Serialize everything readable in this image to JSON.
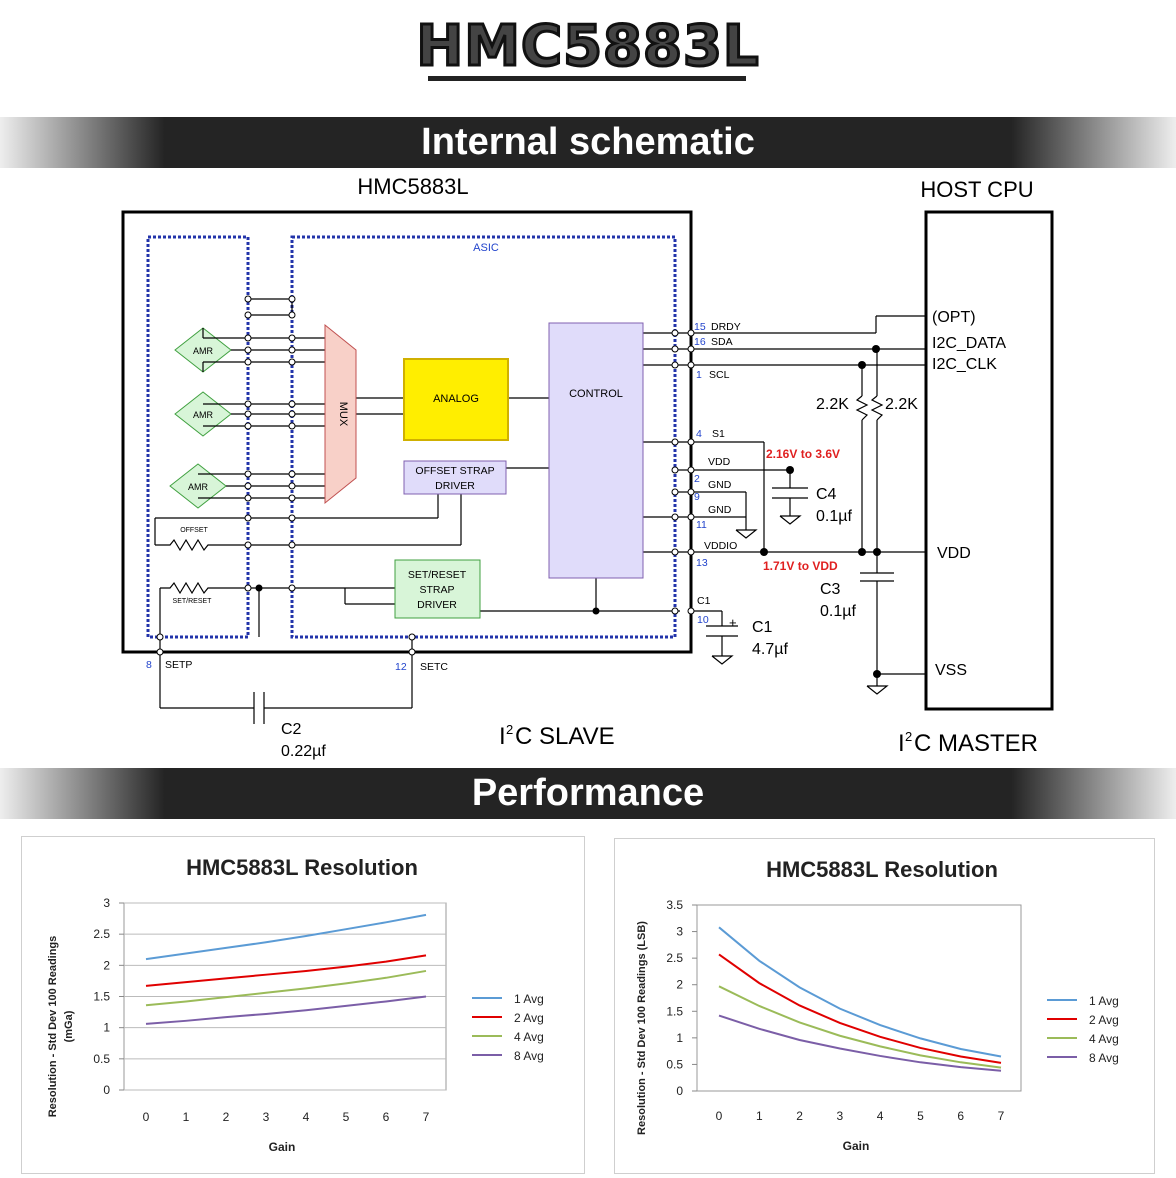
{
  "page": {
    "title": "HMC5883L",
    "section1": "Internal schematic",
    "section2": "Performance"
  },
  "schematic": {
    "chip_label": "HMC5883L",
    "host_label": "HOST CPU",
    "asic": "ASIC",
    "amr": "AMR",
    "mux": "MUX",
    "analog": "ANALOG",
    "control": "CONTROL",
    "offset_strap_driver_1": "OFFSET STRAP",
    "offset_strap_driver_2": "DRIVER",
    "setreset_driver_1": "SET/RESET",
    "setreset_driver_2": "STRAP",
    "setreset_driver_3": "DRIVER",
    "offset": "OFFSET",
    "setreset": "SET/RESET",
    "pins": [
      {
        "num": "15",
        "name": "DRDY"
      },
      {
        "num": "16",
        "name": "SDA"
      },
      {
        "num": "1",
        "name": "SCL"
      },
      {
        "num": "4",
        "name": "S1"
      },
      {
        "num": "",
        "name": "VDD"
      },
      {
        "num": "2",
        "name": "GND"
      },
      {
        "num": "9",
        "name": ""
      },
      {
        "num": "",
        "name": "GND"
      },
      {
        "num": "11",
        "name": ""
      },
      {
        "num": "",
        "name": "VDDIO"
      },
      {
        "num": "13",
        "name": ""
      },
      {
        "num": "",
        "name": "C1"
      },
      {
        "num": "10",
        "name": ""
      },
      {
        "num": "8",
        "name": "SETP"
      },
      {
        "num": "12",
        "name": "SETC"
      }
    ],
    "host_pins": [
      "(OPT)",
      "I2C_DATA",
      "I2C_CLK",
      "VDD",
      "VSS"
    ],
    "r1": "2.2K",
    "r2": "2.2K",
    "vdd_range": "2.16V to 3.6V",
    "vddio_range": "1.71V to VDD",
    "c4": "C4",
    "c4_val": "0.1µf",
    "c3": "C3",
    "c3_val": "0.1µf",
    "c1": "C1",
    "c1_val": "4.7µf",
    "c2": "C2",
    "c2_val": "0.22µf",
    "plus": "+",
    "slave": "C SLAVE",
    "master": "C MASTER",
    "i": "I",
    "sup": "2"
  },
  "chart_data": [
    {
      "type": "line",
      "title": "HMC5883L Resolution",
      "xlabel": "Gain",
      "ylabel": "Resolution - Std Dev 100 Readings (mGa)",
      "x": [
        0,
        1,
        2,
        3,
        4,
        5,
        6,
        7
      ],
      "xlim": [
        0,
        7
      ],
      "ylim": [
        0,
        3
      ],
      "yticks": [
        "0",
        "0.5",
        "1",
        "1.5",
        "2",
        "2.5",
        "3"
      ],
      "grid": true,
      "legend": "right",
      "series": [
        {
          "name": "1 Avg",
          "color": "#5b9bd5",
          "values": [
            2.1,
            2.19,
            2.28,
            2.37,
            2.47,
            2.58,
            2.69,
            2.81
          ]
        },
        {
          "name": "2 Avg",
          "color": "#e00000",
          "values": [
            1.67,
            1.73,
            1.79,
            1.85,
            1.91,
            1.98,
            2.06,
            2.16
          ]
        },
        {
          "name": "4 Avg",
          "color": "#9bbb59",
          "values": [
            1.36,
            1.42,
            1.49,
            1.56,
            1.63,
            1.71,
            1.8,
            1.91
          ]
        },
        {
          "name": "8 Avg",
          "color": "#7b5ea7",
          "values": [
            1.06,
            1.11,
            1.17,
            1.22,
            1.28,
            1.35,
            1.42,
            1.5
          ]
        }
      ]
    },
    {
      "type": "line",
      "title": "HMC5883L Resolution",
      "xlabel": "Gain",
      "ylabel": "Resolution - Std Dev 100 Readings (LSB)",
      "x": [
        0,
        1,
        2,
        3,
        4,
        5,
        6,
        7
      ],
      "xlim": [
        0,
        7
      ],
      "ylim": [
        0,
        3.5
      ],
      "yticks": [
        "0",
        "0.5",
        "1",
        "1.5",
        "2",
        "2.5",
        "3",
        "3.5"
      ],
      "grid": false,
      "legend": "right",
      "series": [
        {
          "name": "1 Avg",
          "color": "#5b9bd5",
          "values": [
            3.08,
            2.45,
            1.95,
            1.55,
            1.24,
            0.99,
            0.79,
            0.65
          ]
        },
        {
          "name": "2 Avg",
          "color": "#e00000",
          "values": [
            2.57,
            2.03,
            1.61,
            1.28,
            1.02,
            0.81,
            0.65,
            0.53
          ]
        },
        {
          "name": "4 Avg",
          "color": "#9bbb59",
          "values": [
            1.97,
            1.6,
            1.29,
            1.04,
            0.84,
            0.67,
            0.54,
            0.44
          ]
        },
        {
          "name": "8 Avg",
          "color": "#7b5ea7",
          "values": [
            1.42,
            1.17,
            0.96,
            0.8,
            0.66,
            0.54,
            0.45,
            0.38
          ]
        }
      ]
    }
  ]
}
